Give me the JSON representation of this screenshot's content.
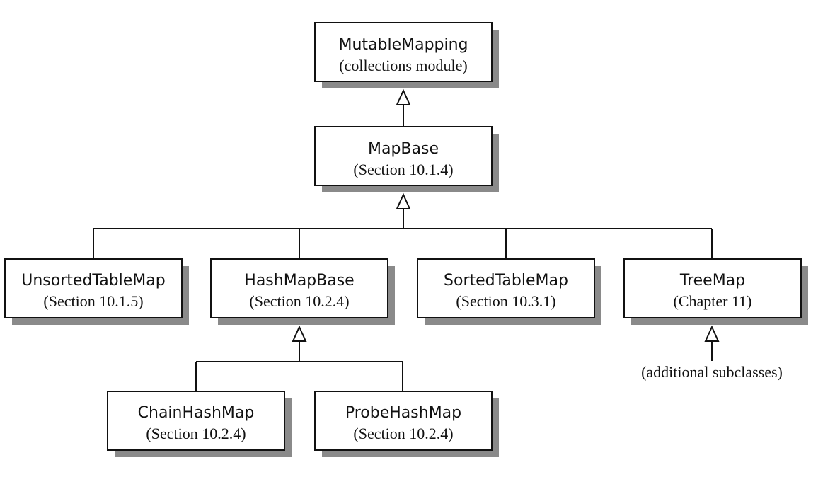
{
  "nodes": {
    "mutable_mapping": {
      "name": "MutableMapping",
      "sub": "(collections module)"
    },
    "map_base": {
      "name": "MapBase",
      "sub": "(Section 10.1.4)"
    },
    "unsorted_table_map": {
      "name": "UnsortedTableMap",
      "sub": "(Section 10.1.5)"
    },
    "hash_map_base": {
      "name": "HashMapBase",
      "sub": "(Section 10.2.4)"
    },
    "sorted_table_map": {
      "name": "SortedTableMap",
      "sub": "(Section 10.3.1)"
    },
    "tree_map": {
      "name": "TreeMap",
      "sub": "(Chapter 11)"
    },
    "chain_hash_map": {
      "name": "ChainHashMap",
      "sub": "(Section 10.2.4)"
    },
    "probe_hash_map": {
      "name": "ProbeHashMap",
      "sub": "(Section 10.2.4)"
    }
  },
  "additional_subclasses": "(additional subclasses)",
  "colors": {
    "line": "#111111",
    "shadow": "#8a8a8a",
    "box_fill": "#ffffff"
  }
}
